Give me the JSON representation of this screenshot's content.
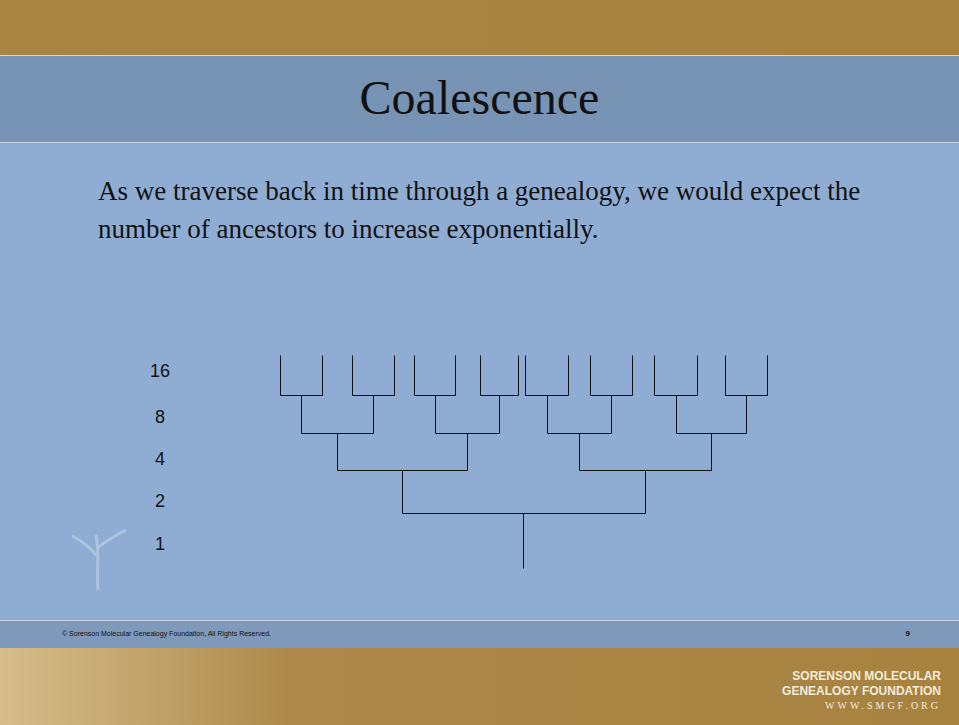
{
  "diagram": {
    "title": "Coalescence",
    "labels": [
      "As we traverse back in time through a genealogy, we would expect the number of ancestors to increase exponentially.",
      "16",
      "8",
      "4",
      "2",
      "1",
      "© Sorenson Molecular Genealogy Foundation, All Rights Reserved.",
      "9",
      "SORENSON MOLECULAR",
      "GENEALOGY FOUNDATION",
      "WWW.SMGF.ORG"
    ]
  }
}
